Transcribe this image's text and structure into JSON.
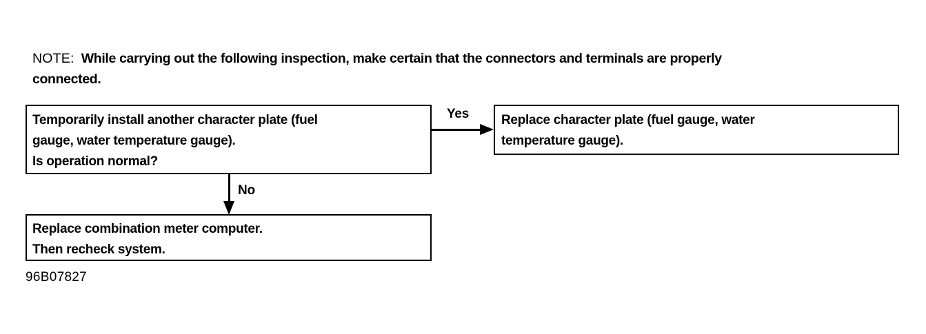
{
  "note": {
    "label": "NOTE:",
    "line1": "While carrying out the following inspection, make certain that the connectors and terminals are properly",
    "line2": "connected."
  },
  "flowchart": {
    "boxes": [
      {
        "id": "decision",
        "lines": [
          "Temporarily install another character plate (fuel",
          "gauge, water temperature gauge).",
          "Is operation normal?"
        ]
      },
      {
        "id": "replace-plate",
        "lines": [
          "Replace character plate (fuel gauge, water",
          "temperature gauge)."
        ]
      },
      {
        "id": "replace-meter",
        "lines": [
          "Replace combination meter computer.",
          "Then recheck system."
        ]
      }
    ],
    "edges": {
      "yes_label": "Yes",
      "no_label": "No"
    }
  },
  "figure_id": "96B07827",
  "colors": {
    "ink": "#000000",
    "paper": "#ffffff"
  }
}
